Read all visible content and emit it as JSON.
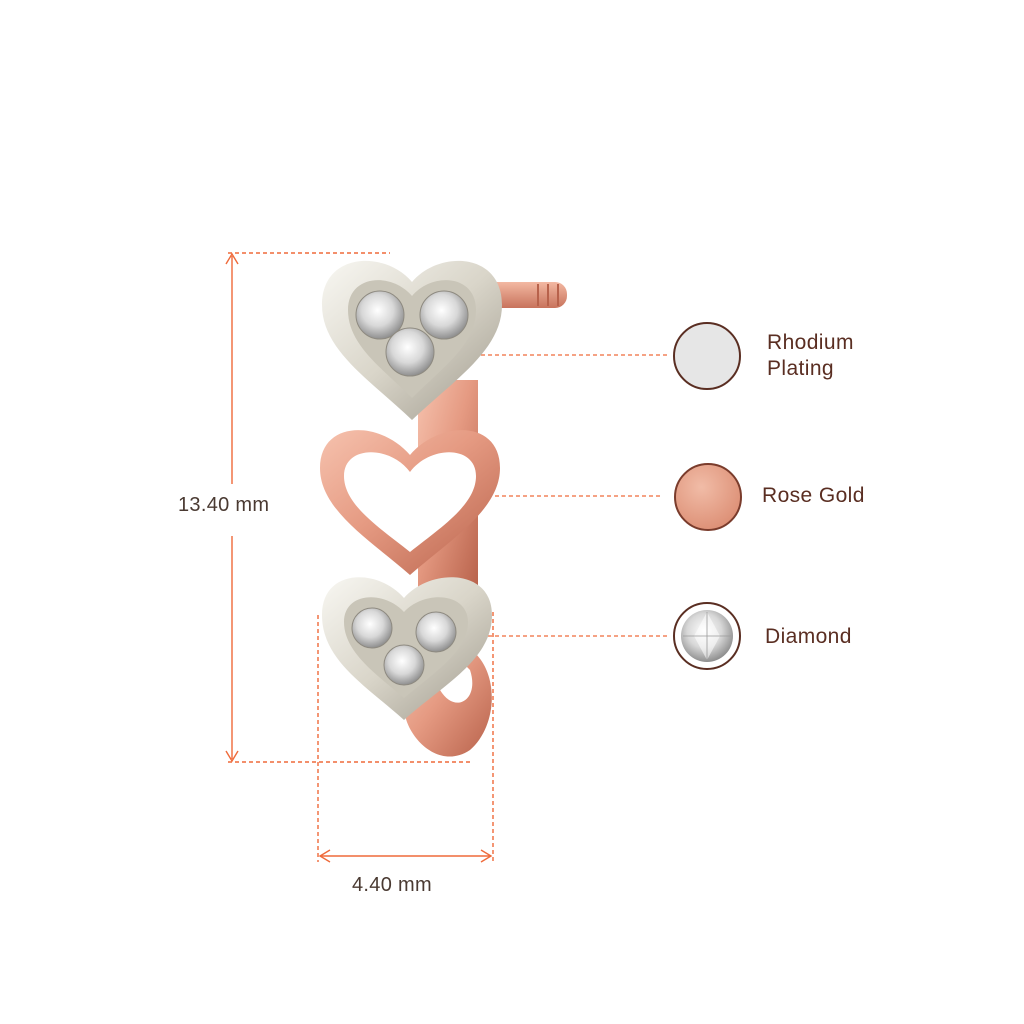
{
  "dimensions": {
    "height": "13.40 mm",
    "width": "4.40 mm"
  },
  "materials": [
    {
      "name_line1": "Rhodium",
      "name_line2": "Plating",
      "swatch_color": "#e6e6e6",
      "swatch_icon": "rhodium-swatch-icon"
    },
    {
      "name_line1": "Rose Gold",
      "swatch_color": "#e8a990",
      "swatch_icon": "rose-gold-swatch-icon"
    },
    {
      "name_line1": "Diamond",
      "swatch_color": "#f2f2f2",
      "swatch_icon": "diamond-swatch-icon"
    }
  ],
  "colors": {
    "dimension_line": "#ef6a3a",
    "rose_gold": "#e59a82",
    "rose_gold_dark": "#c9735c",
    "white_gold": "#e9e6dc",
    "white_gold_dark": "#a9a497",
    "label_text": "#5a2e22"
  }
}
